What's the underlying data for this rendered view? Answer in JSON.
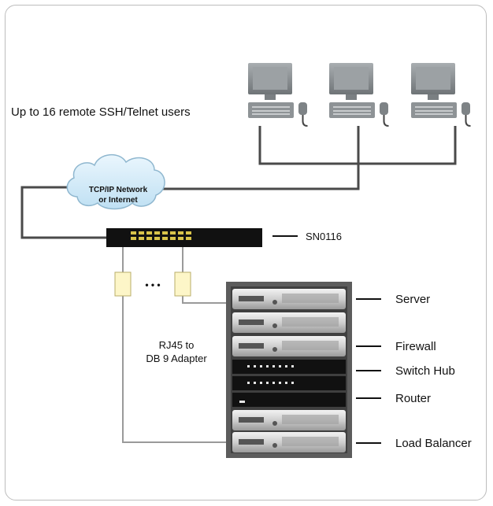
{
  "users_label": "Up to 16 remote SSH/Telnet users",
  "cloud": {
    "line1": "TCP/IP Network",
    "line2": "or Internet"
  },
  "device_label": "SN0116",
  "adapter_label": {
    "line1": "RJ45 to",
    "line2": "DB 9 Adapter"
  },
  "ellipsis": "• • •",
  "rack_labels": {
    "server": "Server",
    "firewall": "Firewall",
    "switch_hub": "Switch Hub",
    "router": "Router",
    "load_balancer": "Load Balancer"
  },
  "colors": {
    "line": "#4a4a4a",
    "monitor": "#8e9396",
    "rack": "#5c5c5c",
    "device": "#111111",
    "port": "#d8c34a",
    "adapter": "#fdf6c8",
    "cloud": "#d6ecf8"
  }
}
